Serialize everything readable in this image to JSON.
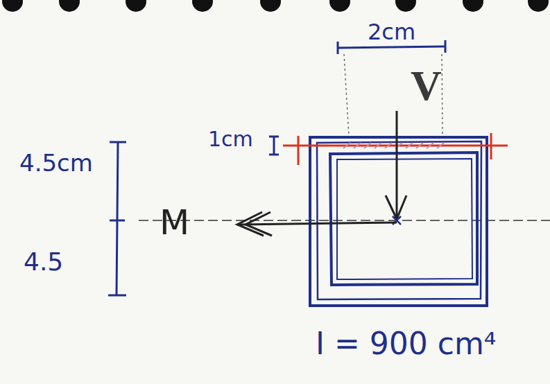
{
  "diagram": {
    "labels": [
      "2cm",
      "V",
      "1cm",
      "4.5cm",
      "4.5",
      "M",
      "I = 900 cm⁴"
    ]
  }
}
